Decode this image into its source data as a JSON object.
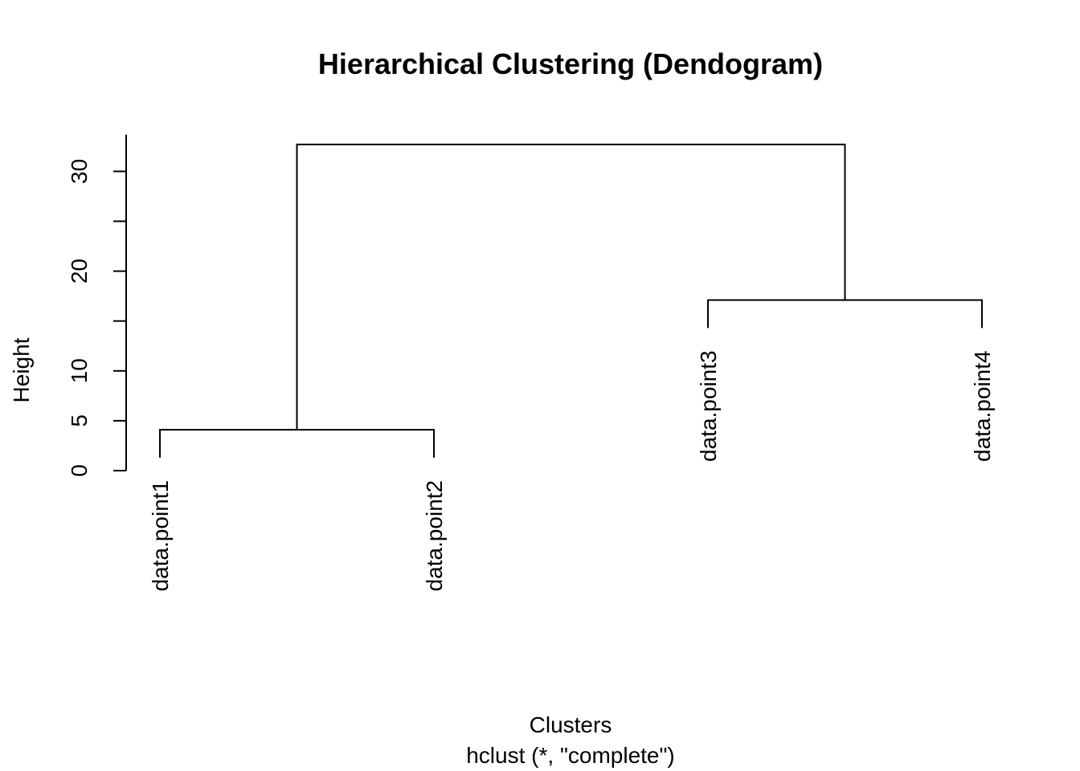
{
  "chart_data": {
    "type": "dendrogram",
    "title": "Hierarchical Clustering (Dendogram)",
    "xlabel": "Clusters",
    "sublabel": "hclust (*, \"complete\")",
    "ylabel": "Height",
    "ylim": [
      0,
      34
    ],
    "yticks": [
      0,
      5,
      10,
      15,
      20,
      25,
      30
    ],
    "ytick_labels": [
      "0",
      "5",
      "10",
      "",
      "20",
      "",
      "30"
    ],
    "leaves": [
      "data.point1",
      "data.point2",
      "data.point3",
      "data.point4"
    ],
    "merges": [
      {
        "left": "data.point1",
        "right": "data.point2",
        "height": 4.1
      },
      {
        "left": "data.point3",
        "right": "data.point4",
        "height": 17.1
      },
      {
        "left": "cluster-1",
        "right": "cluster-2",
        "height": 32.7
      }
    ],
    "leaf_heights": [
      1.3,
      1.3,
      14.3,
      14.3
    ]
  }
}
